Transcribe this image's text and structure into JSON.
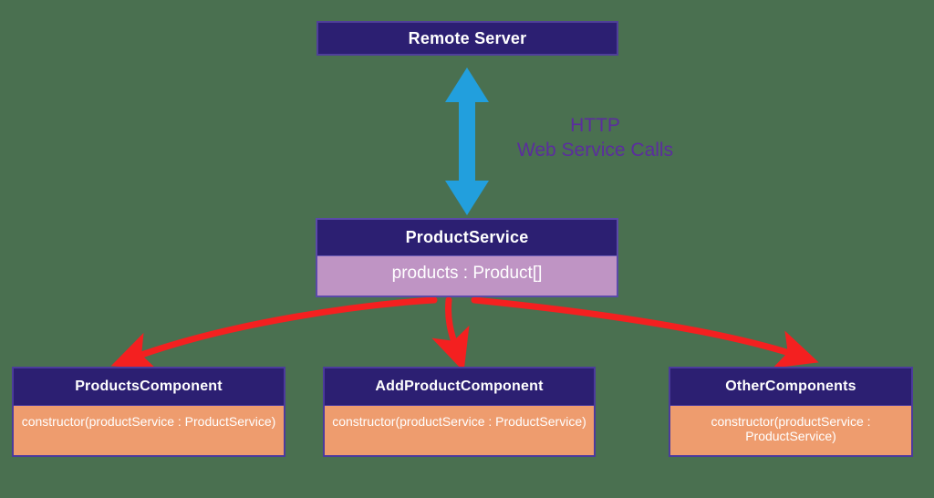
{
  "diagram": {
    "title": "Angular ProductService dependency diagram",
    "background_color": "#4a7050",
    "colors": {
      "header_purple": "#2c1f72",
      "service_body_mauve": "#bf94c4",
      "component_body_orange": "#ee9c6e",
      "http_arrow_blue": "#229fdd",
      "injection_arrow_red": "#f42020",
      "label_indigo": "#5b2d9e",
      "text_white": "#ffffff"
    }
  },
  "remote_server": {
    "title": "Remote Server"
  },
  "http_link": {
    "line1": "HTTP",
    "line2": "Web Service Calls",
    "arrow_icon": "double-headed-vertical-arrow-icon",
    "direction": "bidirectional"
  },
  "product_service": {
    "title": "ProductService",
    "members": [
      "products : Product[]"
    ]
  },
  "components": [
    {
      "title": "ProductsComponent",
      "constructor": "constructor(productService : ProductService)"
    },
    {
      "title": "AddProductComponent",
      "constructor": "constructor(productService : ProductService)"
    },
    {
      "title": "OtherComponents",
      "constructor": "constructor(productService : ProductService)"
    }
  ],
  "injection_arrows": [
    {
      "from": "ProductService",
      "to": "ProductsComponent",
      "icon": "curved-arrow-icon"
    },
    {
      "from": "ProductService",
      "to": "AddProductComponent",
      "icon": "curved-arrow-icon"
    },
    {
      "from": "ProductService",
      "to": "OtherComponents",
      "icon": "curved-arrow-icon"
    }
  ]
}
